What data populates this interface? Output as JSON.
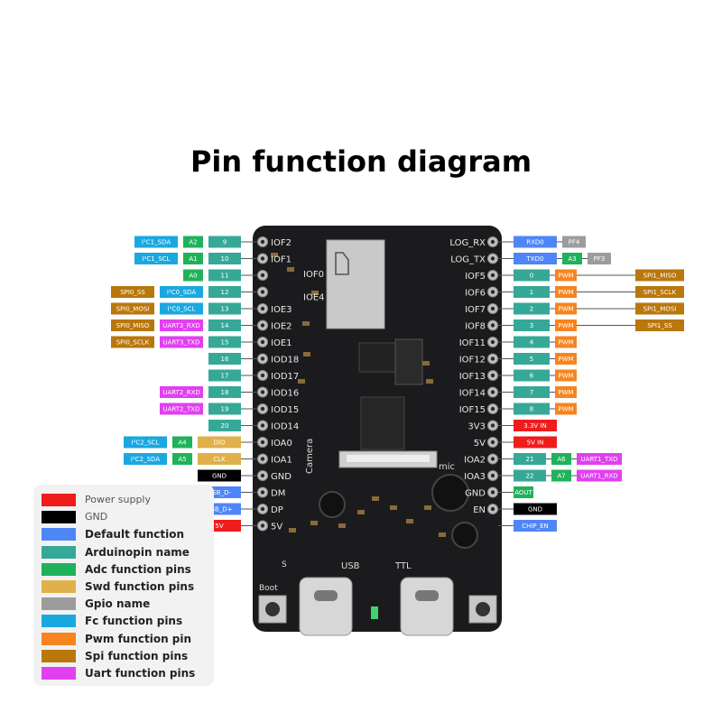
{
  "title": "Pin function diagram",
  "colors": {
    "power": "#ef1c1c",
    "gnd": "#000000",
    "default": "#4f86f7",
    "arduino": "#36a897",
    "adc": "#1fb25a",
    "swd": "#e0b14a",
    "gpio": "#9c9c9c",
    "fc": "#1aa8e0",
    "pwm": "#f7841e",
    "spi": "#b9770c",
    "uart": "#e040f0"
  },
  "board": {
    "left_pins": [
      "IOF2",
      "IOF1",
      "IOF0",
      "IOE4",
      "IOE3",
      "IOE2",
      "IOE1",
      "IOD18",
      "IOD17",
      "IOD16",
      "IOD15",
      "IOD14",
      "IOA0",
      "IOA1",
      "GND",
      "DM",
      "DP",
      "5V"
    ],
    "right_pins": [
      "LOG_RX",
      "LOG_TX",
      "IOF5",
      "IOF6",
      "IOF7",
      "IOF8",
      "IOF11",
      "IOF12",
      "IOF13",
      "IOF14",
      "IOF15",
      "3V3",
      "5V",
      "IOA2",
      "IOA3",
      "GND",
      "EN"
    ],
    "silkscreen": {
      "camera": "Camera",
      "mic": "mic",
      "usb": "USB",
      "ttl": "TTL",
      "boot": "Boot",
      "reset": "S"
    }
  },
  "left_rows": [
    {
      "labels": [
        {
          "text": "I²C1_SDA",
          "type": "fc"
        },
        {
          "text": "A2",
          "type": "adc"
        },
        {
          "text": "9",
          "type": "arduino"
        }
      ]
    },
    {
      "labels": [
        {
          "text": "I²C1_SCL",
          "type": "fc"
        },
        {
          "text": "A1",
          "type": "adc"
        },
        {
          "text": "10",
          "type": "arduino"
        }
      ]
    },
    {
      "labels": [
        {
          "text": "A0",
          "type": "adc"
        },
        {
          "text": "11",
          "type": "arduino"
        }
      ]
    },
    {
      "labels": [
        {
          "text": "SPI0_SS",
          "type": "spi"
        },
        {
          "text": "I²C0_SDA",
          "type": "fc"
        },
        {
          "text": "12",
          "type": "arduino"
        }
      ]
    },
    {
      "labels": [
        {
          "text": "SPI0_MOSI",
          "type": "spi"
        },
        {
          "text": "I²C0_SCL",
          "type": "fc"
        },
        {
          "text": "13",
          "type": "arduino"
        }
      ]
    },
    {
      "labels": [
        {
          "text": "SPI0_MISO",
          "type": "spi"
        },
        {
          "text": "UART3_RXD",
          "type": "uart"
        },
        {
          "text": "14",
          "type": "arduino"
        }
      ]
    },
    {
      "labels": [
        {
          "text": "SPI0_SCLK",
          "type": "spi"
        },
        {
          "text": "UART3_TXD",
          "type": "uart"
        },
        {
          "text": "15",
          "type": "arduino"
        }
      ]
    },
    {
      "labels": [
        {
          "text": "16",
          "type": "arduino"
        }
      ]
    },
    {
      "labels": [
        {
          "text": "17",
          "type": "arduino"
        }
      ]
    },
    {
      "labels": [
        {
          "text": "UART2_RXD",
          "type": "uart"
        },
        {
          "text": "18",
          "type": "arduino"
        }
      ]
    },
    {
      "labels": [
        {
          "text": "UART2_TXD",
          "type": "uart"
        },
        {
          "text": "19",
          "type": "arduino"
        }
      ]
    },
    {
      "labels": [
        {
          "text": "20",
          "type": "arduino"
        }
      ]
    },
    {
      "labels": [
        {
          "text": "I²C2_SCL",
          "type": "fc"
        },
        {
          "text": "A4",
          "type": "adc"
        },
        {
          "text": "DIO",
          "type": "swd"
        }
      ]
    },
    {
      "labels": [
        {
          "text": "I²C2_SDA",
          "type": "fc"
        },
        {
          "text": "A5",
          "type": "adc"
        },
        {
          "text": "CLK",
          "type": "swd"
        }
      ]
    },
    {
      "labels": [
        {
          "text": "GND",
          "type": "gnd"
        }
      ]
    },
    {
      "labels": [
        {
          "text": "USB_D-",
          "type": "default"
        }
      ]
    },
    {
      "labels": [
        {
          "text": "USB_D+",
          "type": "default"
        }
      ]
    },
    {
      "labels": [
        {
          "text": "5V",
          "type": "power"
        }
      ]
    }
  ],
  "right_rows": [
    {
      "labels": [
        {
          "text": "RXD0",
          "type": "default"
        },
        {
          "text": "PF4",
          "type": "gpio"
        }
      ]
    },
    {
      "labels": [
        {
          "text": "TXD0",
          "type": "default"
        },
        {
          "text": "A3",
          "type": "adc"
        },
        {
          "text": "PF3",
          "type": "gpio"
        }
      ]
    },
    {
      "labels": [
        {
          "text": "0",
          "type": "arduino"
        },
        {
          "text": "PWM",
          "type": "pwm"
        },
        {
          "text": "SPI1_MISO",
          "type": "spi"
        }
      ]
    },
    {
      "labels": [
        {
          "text": "1",
          "type": "arduino"
        },
        {
          "text": "PWM",
          "type": "pwm"
        },
        {
          "text": "SPI1_SCLK",
          "type": "spi"
        }
      ]
    },
    {
      "labels": [
        {
          "text": "2",
          "type": "arduino"
        },
        {
          "text": "PWM",
          "type": "pwm"
        },
        {
          "text": "SPI1_MOSI",
          "type": "spi"
        }
      ]
    },
    {
      "labels": [
        {
          "text": "3",
          "type": "arduino"
        },
        {
          "text": "PWM",
          "type": "pwm"
        },
        {
          "text": "SPI1_SS",
          "type": "spi"
        }
      ]
    },
    {
      "labels": [
        {
          "text": "4",
          "type": "arduino"
        },
        {
          "text": "PWM",
          "type": "pwm"
        }
      ]
    },
    {
      "labels": [
        {
          "text": "5",
          "type": "arduino"
        },
        {
          "text": "PWM",
          "type": "pwm"
        }
      ]
    },
    {
      "labels": [
        {
          "text": "6",
          "type": "arduino"
        },
        {
          "text": "PWM",
          "type": "pwm"
        }
      ]
    },
    {
      "labels": [
        {
          "text": "7",
          "type": "arduino"
        },
        {
          "text": "PWM",
          "type": "pwm"
        }
      ]
    },
    {
      "labels": [
        {
          "text": "8",
          "type": "arduino"
        },
        {
          "text": "PWM",
          "type": "pwm"
        }
      ]
    },
    {
      "labels": [
        {
          "text": "3.3V IN",
          "type": "power"
        }
      ]
    },
    {
      "labels": [
        {
          "text": "5V IN",
          "type": "power"
        }
      ]
    },
    {
      "labels": [
        {
          "text": "21",
          "type": "arduino"
        },
        {
          "text": "A6",
          "type": "adc"
        },
        {
          "text": "UART1_TXD",
          "type": "uart"
        }
      ]
    },
    {
      "labels": [
        {
          "text": "22",
          "type": "arduino"
        },
        {
          "text": "A7",
          "type": "adc"
        },
        {
          "text": "UART1_RXD",
          "type": "uart"
        }
      ]
    },
    {
      "labels": [
        {
          "text": "AOUT",
          "type": "adc"
        }
      ]
    },
    {
      "labels": [
        {
          "text": "GND",
          "type": "gnd"
        }
      ]
    },
    {
      "labels": [
        {
          "text": "CHIP_EN",
          "type": "default"
        }
      ]
    }
  ],
  "legend": [
    {
      "label": "Power supply",
      "type": "power",
      "bold": false
    },
    {
      "label": "GND",
      "type": "gnd",
      "bold": false
    },
    {
      "label": "Default function",
      "type": "default",
      "bold": true
    },
    {
      "label": "Arduinopin name",
      "type": "arduino",
      "bold": true
    },
    {
      "label": "Adc function pins",
      "type": "adc",
      "bold": true
    },
    {
      "label": "Swd function pins",
      "type": "swd",
      "bold": true
    },
    {
      "label": "Gpio name",
      "type": "gpio",
      "bold": true
    },
    {
      "label": "Fc function pins",
      "type": "fc",
      "bold": true
    },
    {
      "label": "Pwm function pin",
      "type": "pwm",
      "bold": true
    },
    {
      "label": "Spi function pins",
      "type": "spi",
      "bold": true
    },
    {
      "label": "Uart function pins",
      "type": "uart",
      "bold": true
    }
  ]
}
